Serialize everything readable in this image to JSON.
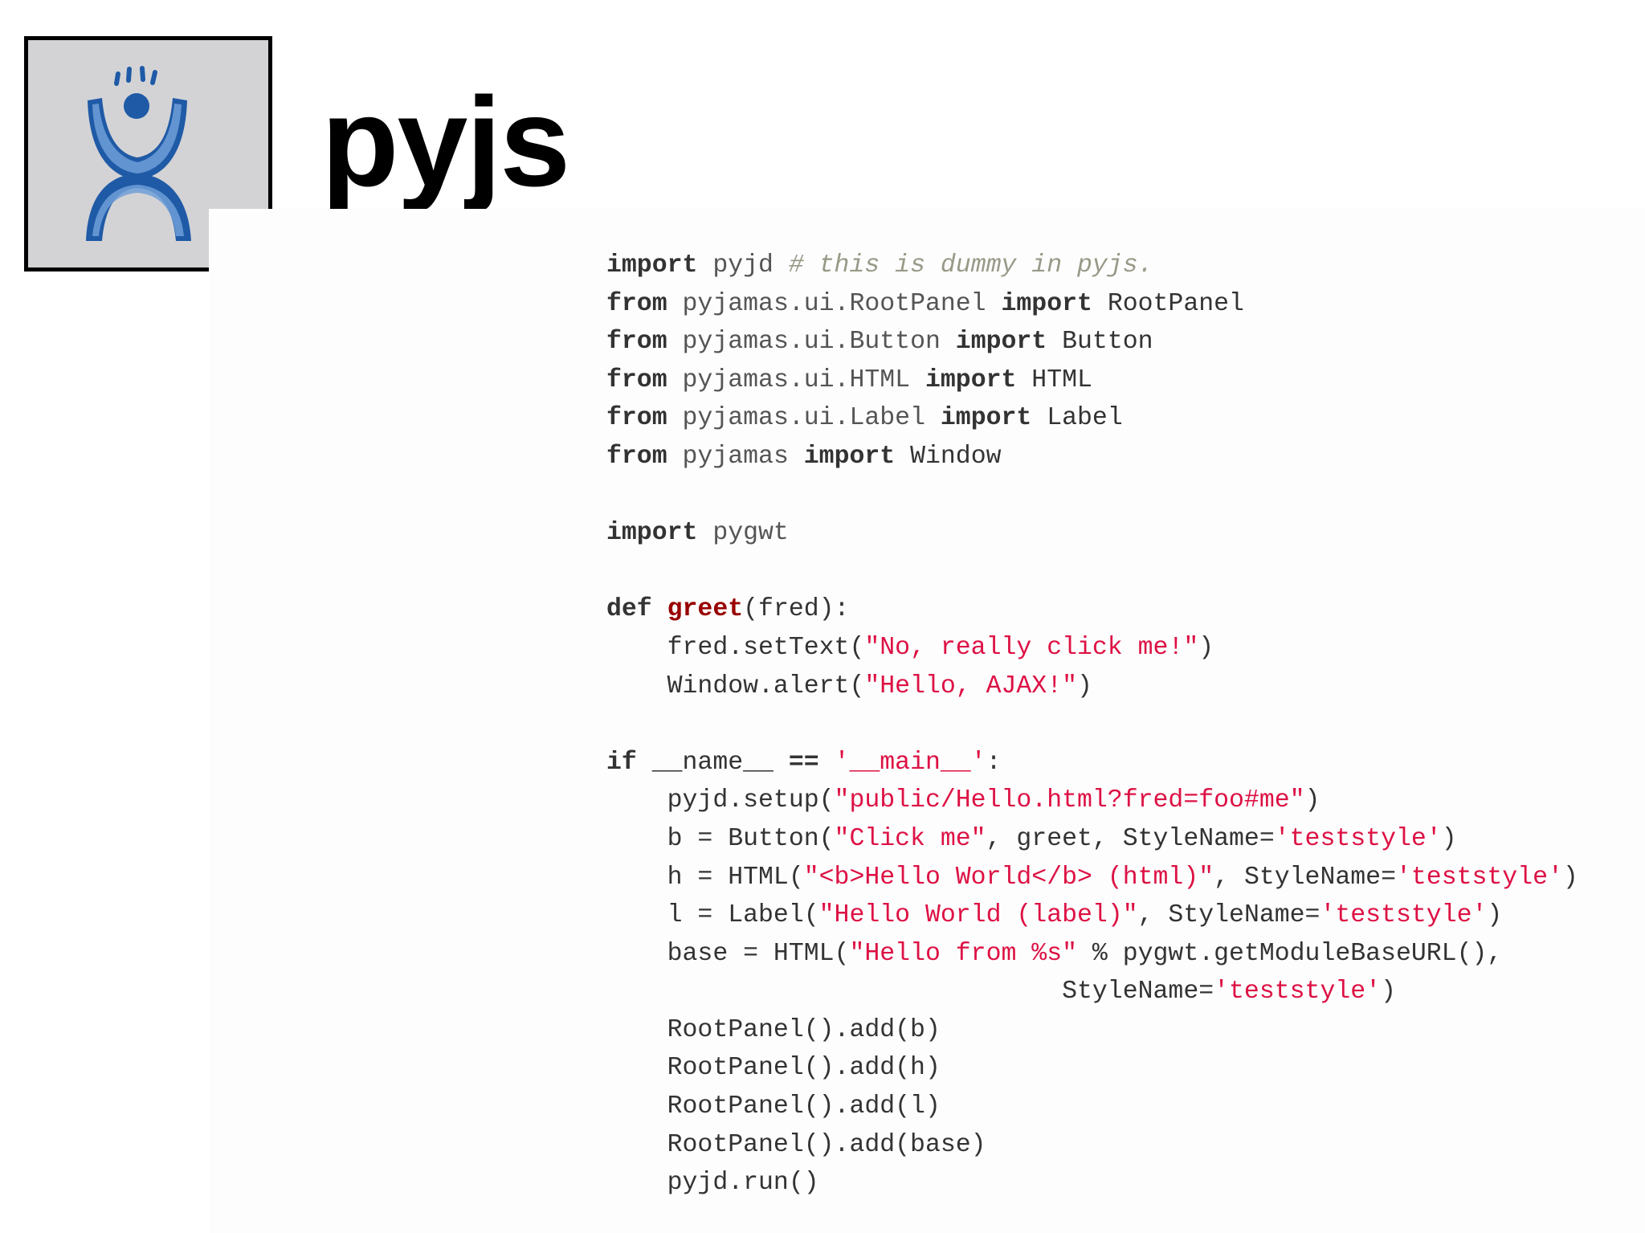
{
  "header": {
    "title": "pyjs",
    "logo_icon": "pyjs-person-logo-icon",
    "logo_background": "#d3d3d6",
    "logo_blue_dark": "#1f5aa6",
    "logo_blue_light": "#6f9fd8"
  },
  "code": {
    "language": "python",
    "lines": [
      [
        {
          "t": "import",
          "k": "kw"
        },
        {
          "t": " pyjd ",
          "k": "mod"
        },
        {
          "t": "# this is dummy in pyjs.",
          "k": "cm"
        }
      ],
      [
        {
          "t": "from",
          "k": "kw"
        },
        {
          "t": " pyjamas.ui.RootPanel ",
          "k": "mod"
        },
        {
          "t": "import",
          "k": "kw"
        },
        {
          "t": " RootPanel",
          "k": "name"
        }
      ],
      [
        {
          "t": "from",
          "k": "kw"
        },
        {
          "t": " pyjamas.ui.Button ",
          "k": "mod"
        },
        {
          "t": "import",
          "k": "kw"
        },
        {
          "t": " Button",
          "k": "name"
        }
      ],
      [
        {
          "t": "from",
          "k": "kw"
        },
        {
          "t": " pyjamas.ui.HTML ",
          "k": "mod"
        },
        {
          "t": "import",
          "k": "kw"
        },
        {
          "t": " HTML",
          "k": "name"
        }
      ],
      [
        {
          "t": "from",
          "k": "kw"
        },
        {
          "t": " pyjamas.ui.Label ",
          "k": "mod"
        },
        {
          "t": "import",
          "k": "kw"
        },
        {
          "t": " Label",
          "k": "name"
        }
      ],
      [
        {
          "t": "from",
          "k": "kw"
        },
        {
          "t": " pyjamas ",
          "k": "mod"
        },
        {
          "t": "import",
          "k": "kw"
        },
        {
          "t": " Window",
          "k": "name"
        }
      ],
      [],
      [
        {
          "t": "import",
          "k": "kw"
        },
        {
          "t": " pygwt",
          "k": "mod"
        }
      ],
      [],
      [
        {
          "t": "def",
          "k": "kw"
        },
        {
          "t": " ",
          "k": "name"
        },
        {
          "t": "greet",
          "k": "fn"
        },
        {
          "t": "(fred):",
          "k": "name"
        }
      ],
      [
        {
          "t": "    fred.setText(",
          "k": "name"
        },
        {
          "t": "\"No, really click me!\"",
          "k": "str"
        },
        {
          "t": ")",
          "k": "name"
        }
      ],
      [
        {
          "t": "    Window.alert(",
          "k": "name"
        },
        {
          "t": "\"Hello, AJAX!\"",
          "k": "str"
        },
        {
          "t": ")",
          "k": "name"
        }
      ],
      [],
      [
        {
          "t": "if",
          "k": "kw"
        },
        {
          "t": " __name__ ",
          "k": "name"
        },
        {
          "t": "==",
          "k": "kw"
        },
        {
          "t": " ",
          "k": "name"
        },
        {
          "t": "'__main__'",
          "k": "str"
        },
        {
          "t": ":",
          "k": "name"
        }
      ],
      [
        {
          "t": "    pyjd.setup(",
          "k": "name"
        },
        {
          "t": "\"public/Hello.html?fred=foo#me\"",
          "k": "str"
        },
        {
          "t": ")",
          "k": "name"
        }
      ],
      [
        {
          "t": "    b = Button(",
          "k": "name"
        },
        {
          "t": "\"Click me\"",
          "k": "str"
        },
        {
          "t": ", greet, StyleName=",
          "k": "name"
        },
        {
          "t": "'teststyle'",
          "k": "str"
        },
        {
          "t": ")",
          "k": "name"
        }
      ],
      [
        {
          "t": "    h = HTML(",
          "k": "name"
        },
        {
          "t": "\"<b>Hello World</b> (html)\"",
          "k": "str"
        },
        {
          "t": ", StyleName=",
          "k": "name"
        },
        {
          "t": "'teststyle'",
          "k": "str"
        },
        {
          "t": ")",
          "k": "name"
        }
      ],
      [
        {
          "t": "    l = Label(",
          "k": "name"
        },
        {
          "t": "\"Hello World (label)\"",
          "k": "str"
        },
        {
          "t": ", StyleName=",
          "k": "name"
        },
        {
          "t": "'teststyle'",
          "k": "str"
        },
        {
          "t": ")",
          "k": "name"
        }
      ],
      [
        {
          "t": "    base = HTML(",
          "k": "name"
        },
        {
          "t": "\"Hello from %s\"",
          "k": "str"
        },
        {
          "t": " % pygwt.getModuleBaseURL(),",
          "k": "name"
        }
      ],
      [
        {
          "t": "                              StyleName=",
          "k": "name"
        },
        {
          "t": "'teststyle'",
          "k": "str"
        },
        {
          "t": ")",
          "k": "name"
        }
      ],
      [
        {
          "t": "    RootPanel().add(b)",
          "k": "name"
        }
      ],
      [
        {
          "t": "    RootPanel().add(h)",
          "k": "name"
        }
      ],
      [
        {
          "t": "    RootPanel().add(l)",
          "k": "name"
        }
      ],
      [
        {
          "t": "    RootPanel().add(base)",
          "k": "name"
        }
      ],
      [
        {
          "t": "    pyjd.run()",
          "k": "name"
        }
      ]
    ]
  }
}
